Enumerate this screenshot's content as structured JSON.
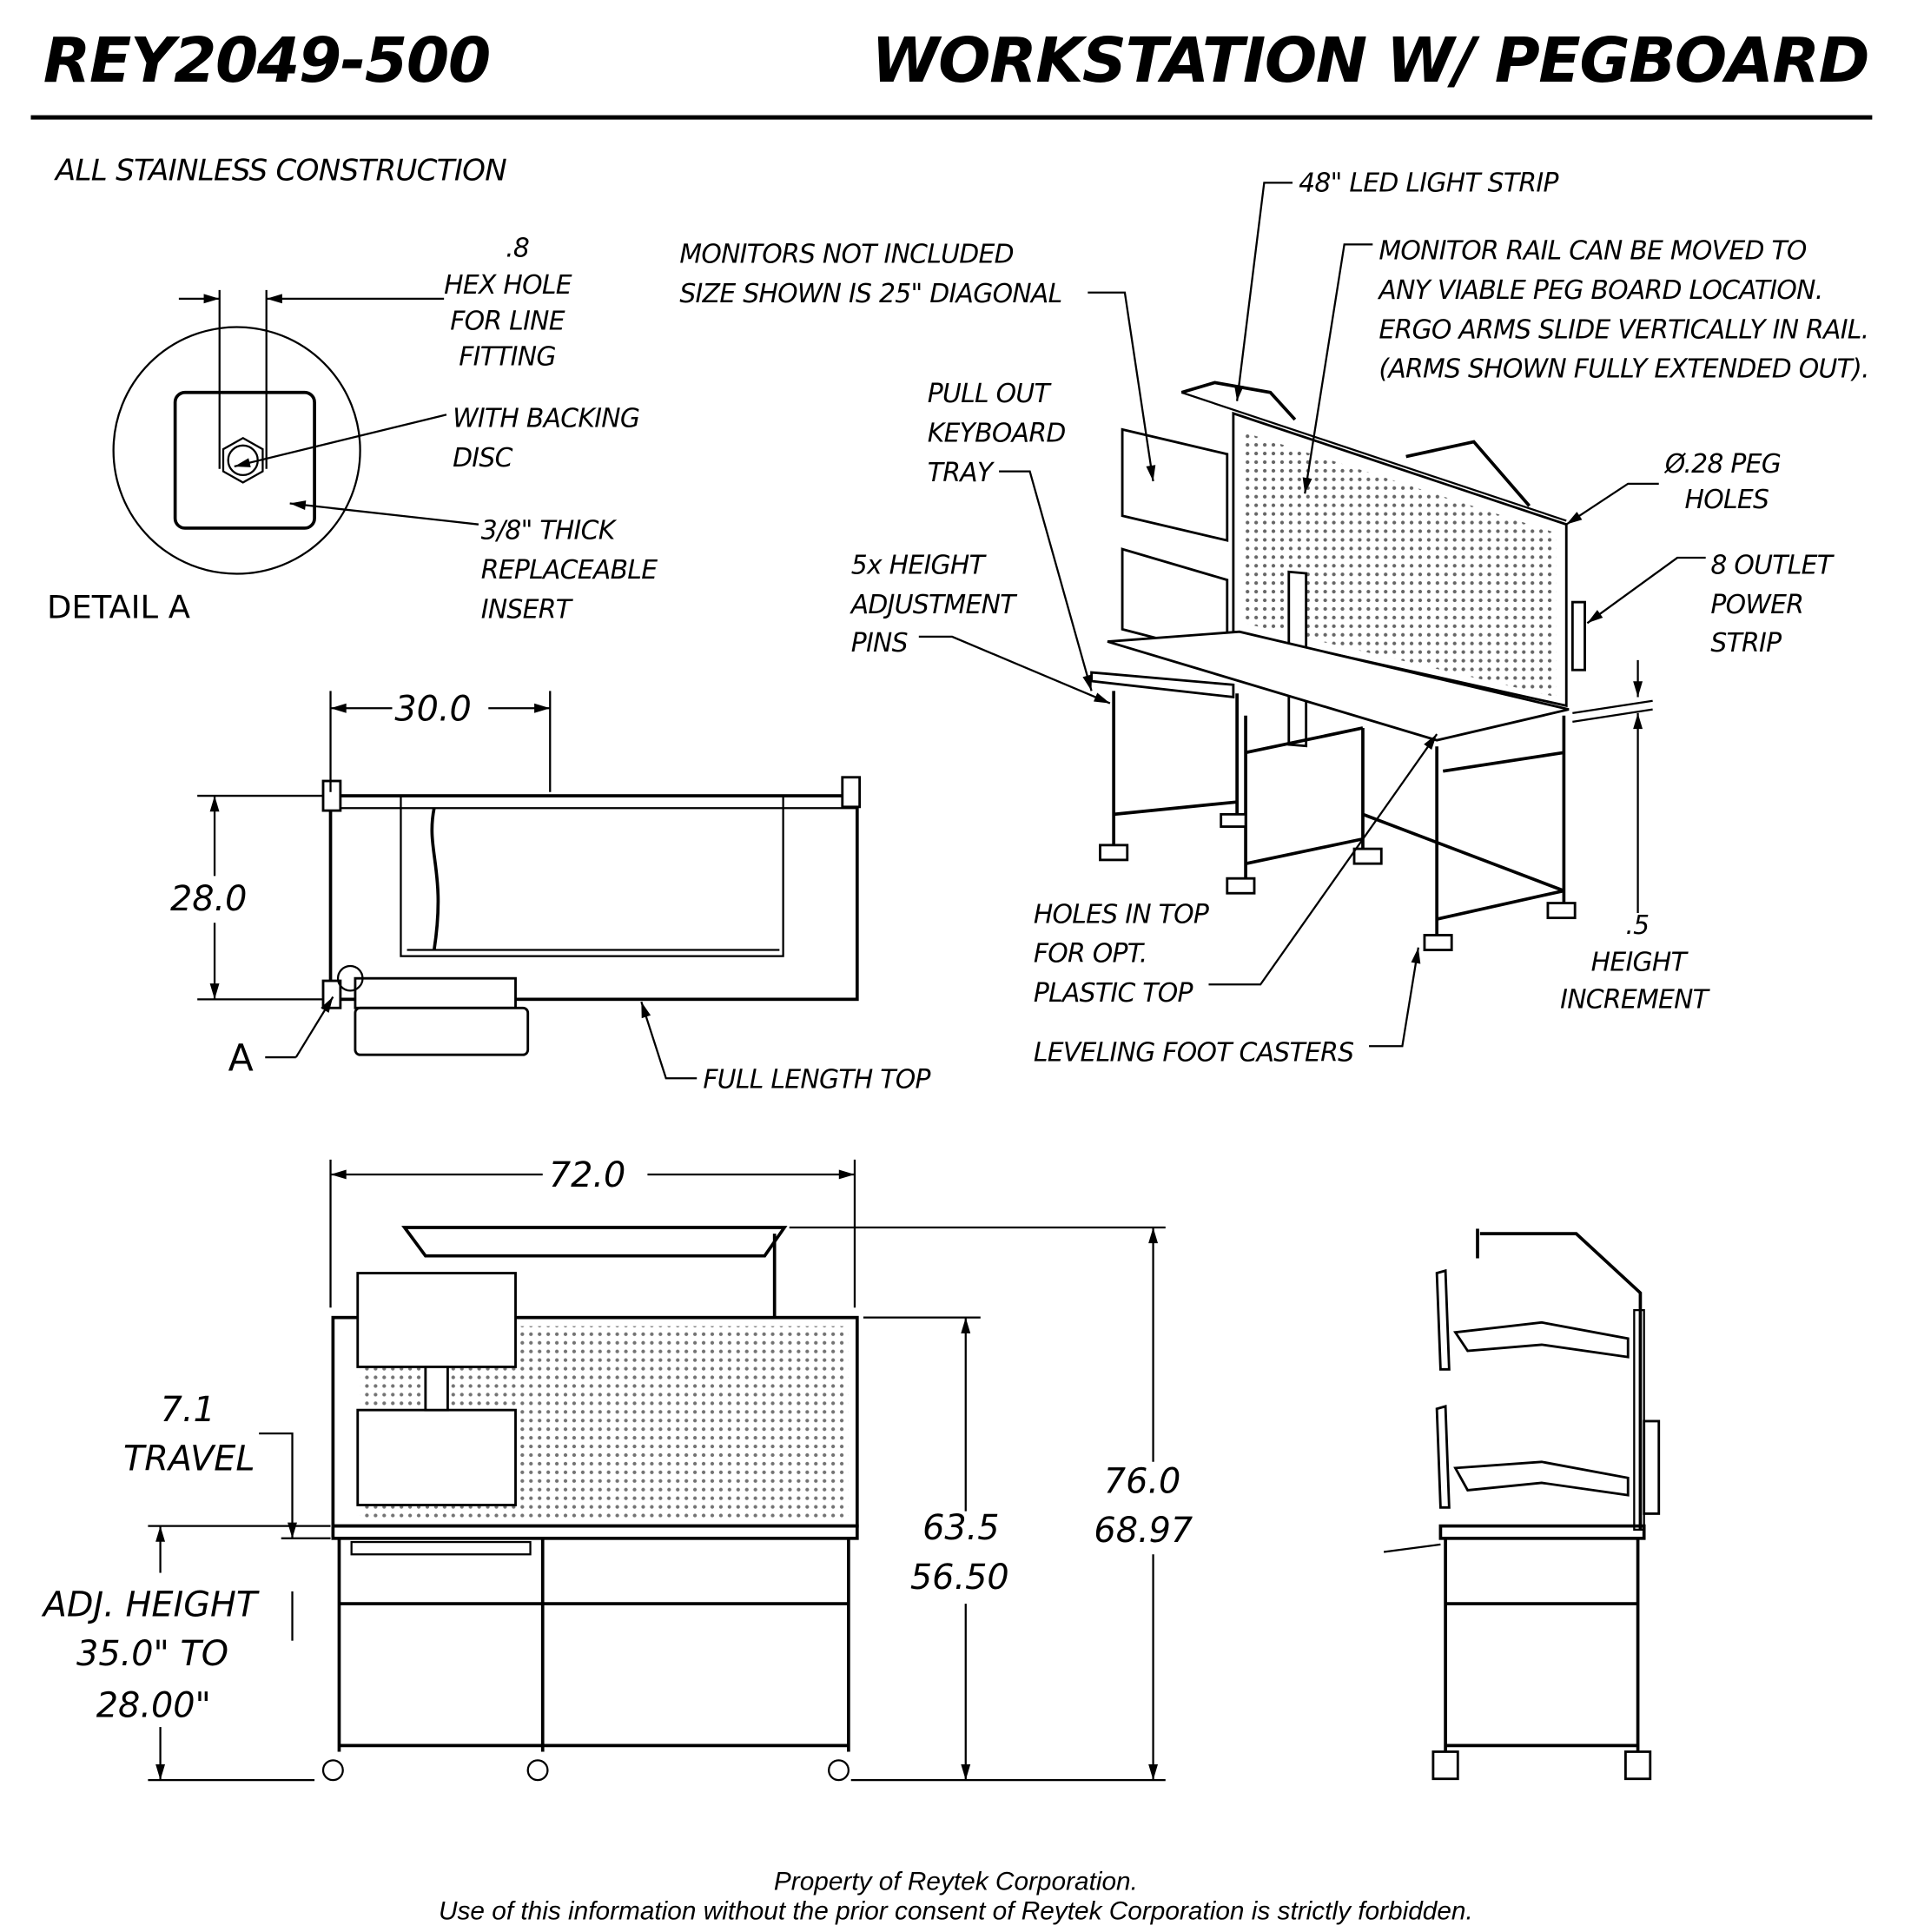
{
  "header": {
    "part_number": "REY2049-500",
    "title": "WORKSTATION W/ PEGBOARD",
    "construction_note": "ALL STAINLESS CONSTRUCTION"
  },
  "detail_a": {
    "title": "DETAIL A",
    "hex_hole": [
      ".8",
      "HEX HOLE",
      "FOR LINE",
      "FITTING"
    ],
    "backing": [
      "WITH BACKING",
      "DISC"
    ],
    "insert": [
      "3/8\" THICK",
      "REPLACEABLE",
      "INSERT"
    ]
  },
  "top_view": {
    "width_dim": "30.0",
    "depth_dim": "28.0",
    "detail_marker": "A",
    "full_length_top": "FULL LENGTH TOP"
  },
  "iso_view": {
    "monitors": [
      "MONITORS NOT INCLUDED",
      "SIZE SHOWN IS 25\" DIAGONAL"
    ],
    "led": "48\" LED LIGHT STRIP",
    "monitor_rail": [
      "MONITOR RAIL CAN BE MOVED TO",
      "ANY VIABLE PEG BOARD LOCATION.",
      "ERGO ARMS SLIDE VERTICALLY IN RAIL.",
      "(ARMS SHOWN FULLY EXTENDED OUT)."
    ],
    "keyboard_tray": [
      "PULL OUT",
      "KEYBOARD",
      "TRAY"
    ],
    "peg_holes": [
      "Ø.28 PEG",
      "HOLES"
    ],
    "height_pins": [
      "5x HEIGHT",
      "ADJUSTMENT",
      "PINS"
    ],
    "power_strip": [
      "8 OUTLET",
      "POWER",
      "STRIP"
    ],
    "holes_in_top": [
      "HOLES IN TOP",
      "FOR OPT.",
      "PLASTIC TOP"
    ],
    "height_increment": [
      ".5",
      "HEIGHT",
      "INCREMENT"
    ],
    "casters": "LEVELING FOOT CASTERS"
  },
  "front_view": {
    "width_dim": "72.0",
    "travel": [
      "7.1",
      "TRAVEL"
    ],
    "adj_height": [
      "ADJ. HEIGHT",
      "35.0\" TO",
      "28.00\""
    ],
    "pegboard_height": [
      "63.5",
      "56.50"
    ],
    "overall_height": [
      "76.0",
      "68.97"
    ]
  },
  "footer": {
    "line1": "Property of Reytek Corporation.",
    "line2": "Use of this information without the prior consent of Reytek Corporation is strictly forbidden."
  }
}
